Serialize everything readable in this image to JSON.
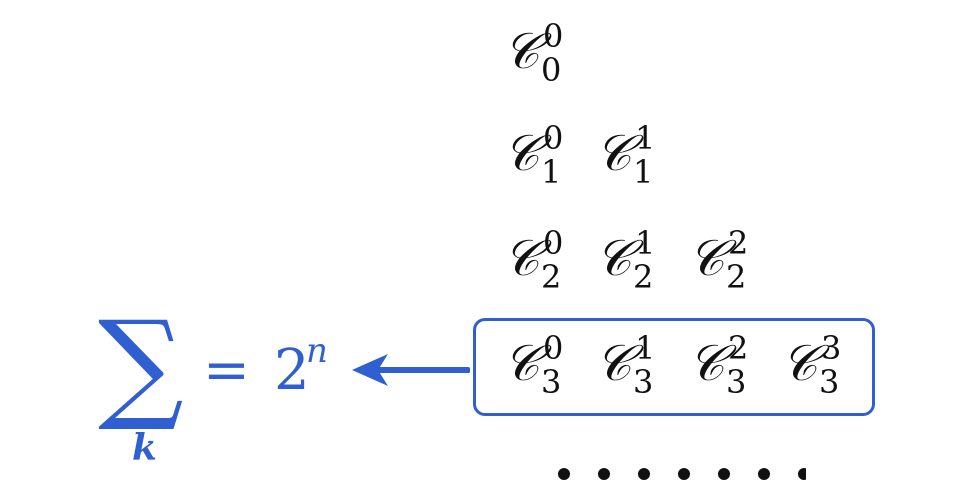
{
  "triangle": {
    "symbol": "𝒞",
    "rows": [
      {
        "terms": [
          {
            "sub": "0",
            "sup": "0"
          }
        ]
      },
      {
        "terms": [
          {
            "sub": "1",
            "sup": "0"
          },
          {
            "sub": "1",
            "sup": "1"
          }
        ]
      },
      {
        "terms": [
          {
            "sub": "2",
            "sup": "0"
          },
          {
            "sub": "2",
            "sup": "1"
          },
          {
            "sub": "2",
            "sup": "2"
          }
        ]
      },
      {
        "terms": [
          {
            "sub": "3",
            "sup": "0"
          },
          {
            "sub": "3",
            "sup": "1"
          },
          {
            "sub": "3",
            "sup": "2"
          },
          {
            "sub": "3",
            "sup": "3"
          }
        ]
      }
    ],
    "highlighted_row": 3
  },
  "sum_label": {
    "sigma": "∑",
    "index": "k",
    "equals": "=",
    "base": "2",
    "exponent": "n"
  },
  "continuation": {
    "dot_count": 7
  },
  "colors": {
    "accent": "#2f5fd0",
    "text": "#111111"
  }
}
